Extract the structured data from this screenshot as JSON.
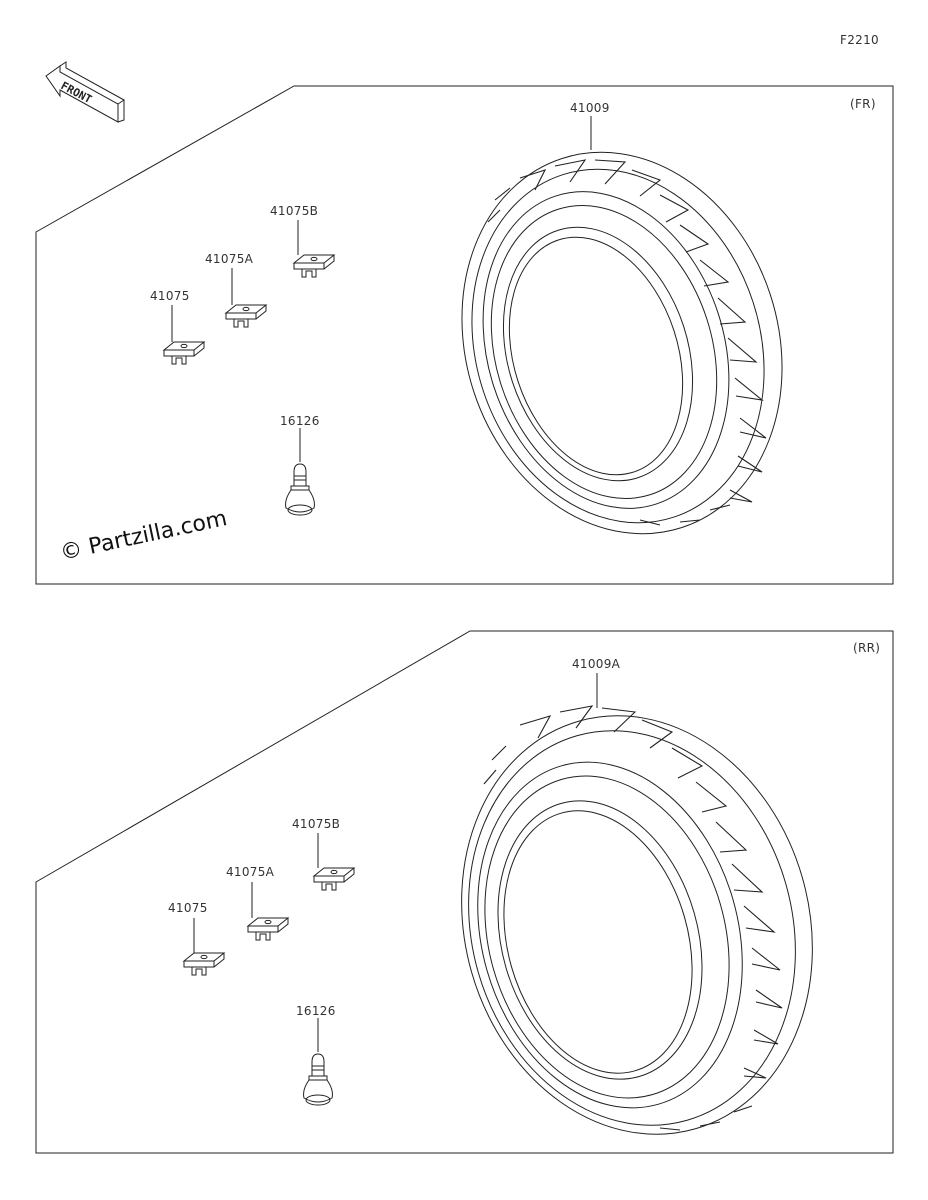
{
  "diagram_code": "F2210",
  "front_arrow": {
    "text": "FRONT"
  },
  "watermark": "© Partzilla.com",
  "colors": {
    "line": "#222222",
    "background": "#ffffff"
  },
  "panels": [
    {
      "position_tag": "(FR)",
      "parts": {
        "tire": "41009",
        "weight_b": "41075B",
        "weight_a": "41075A",
        "weight": "41075",
        "valve": "16126"
      }
    },
    {
      "position_tag": "(RR)",
      "parts": {
        "tire": "41009A",
        "weight_b": "41075B",
        "weight_a": "41075A",
        "weight": "41075",
        "valve": "16126"
      }
    }
  ]
}
